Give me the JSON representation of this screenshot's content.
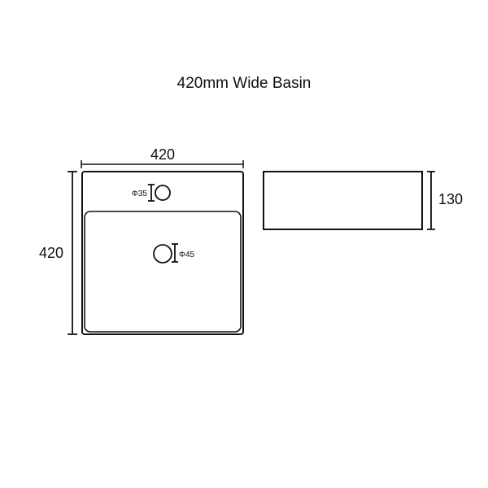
{
  "title": "420mm Wide Basin",
  "top_view": {
    "width_label": "420",
    "depth_label": "420",
    "tap_hole_label": "Φ35",
    "waste_hole_label": "Φ45"
  },
  "side_view": {
    "height_label": "130"
  },
  "colors": {
    "line": "#111111",
    "background": "#ffffff"
  }
}
